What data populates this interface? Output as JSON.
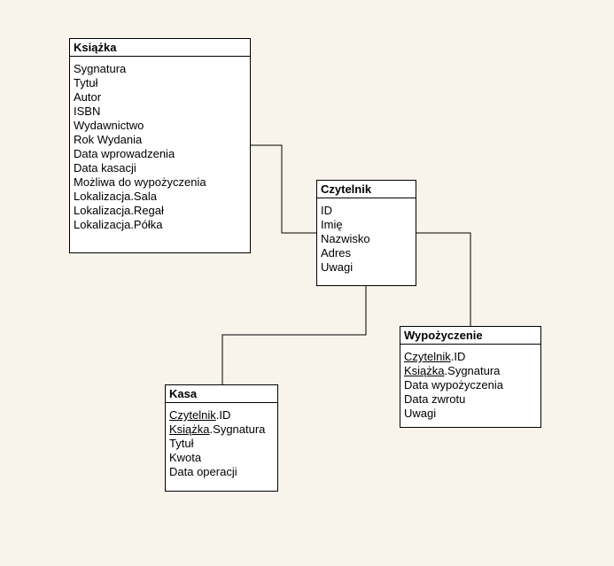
{
  "page": {
    "background_color": "#f8f4ec",
    "box_fill_color": "#ffffff",
    "line_color": "#000000"
  },
  "entities": {
    "ksiazka": {
      "title": "Książka",
      "attributes": [
        "Sygnatura",
        "Tytuł",
        "Autor",
        "ISBN",
        "Wydawnictwo",
        "Rok Wydania",
        "Data wprowadzenia",
        "Data kasacji",
        "Możliwa do wypożyczenia",
        "Lokalizacja.Sala",
        "Lokalizacja.Regał",
        "Lokalizacja.Półka"
      ]
    },
    "czytelnik": {
      "title": "Czytelnik",
      "attributes": [
        "ID",
        "Imię",
        "Nazwisko",
        "Adres",
        "Uwagi"
      ]
    },
    "wypozyczenie": {
      "title": "Wypożyczenie",
      "fk_czytelnik": {
        "ref": "Czytelnik",
        "field": ".ID"
      },
      "fk_ksiazka": {
        "ref": "Książka",
        "field": ".Sygnatura"
      },
      "attributes": [
        "Data wypożyczenia",
        "Data zwrotu",
        "Uwagi"
      ]
    },
    "kasa": {
      "title": "Kasa",
      "fk_czytelnik": {
        "ref": "Czytelnik",
        "field": ".ID"
      },
      "fk_ksiazka": {
        "ref": "Książka",
        "field": ".Sygnatura"
      },
      "attributes": [
        "Tytuł",
        "Kwota",
        "Data operacji"
      ]
    }
  }
}
